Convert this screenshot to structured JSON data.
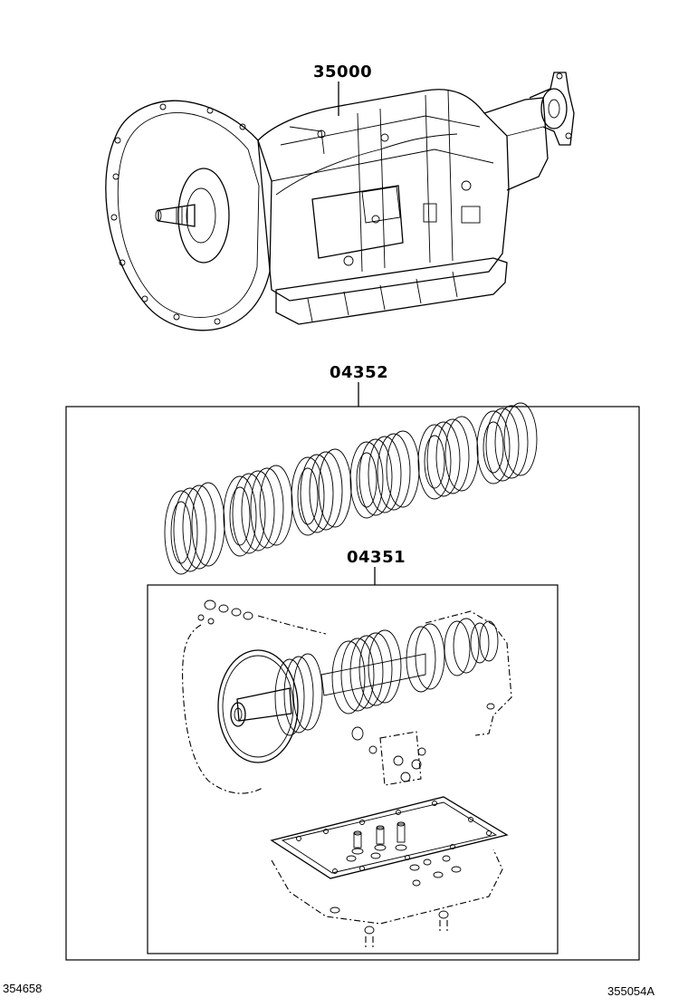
{
  "callouts": {
    "assembly": "35000",
    "overhaul_kit": "04352",
    "gasket_kit": "04351"
  },
  "footer": {
    "left_code": "354658",
    "right_code": "355054A"
  }
}
